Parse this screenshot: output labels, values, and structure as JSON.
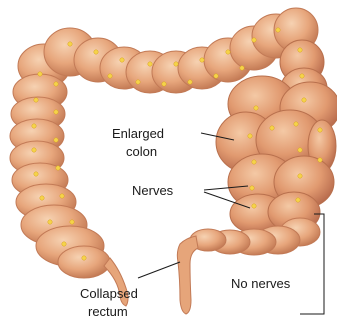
{
  "labels": {
    "enlarged_colon": [
      "Enlarged",
      "colon"
    ],
    "nerves": "Nerves",
    "collapsed_rectum": [
      "Collapsed",
      "rectum"
    ],
    "no_nerves": "No nerves"
  },
  "colors": {
    "tissue": "#e6a57a",
    "tissue_light": "#f3c9a6",
    "tissue_shadow": "#b86c48",
    "nerve_dot": "#f5d34a",
    "leader_line": "#1a1a1a",
    "background": "#ffffff"
  }
}
